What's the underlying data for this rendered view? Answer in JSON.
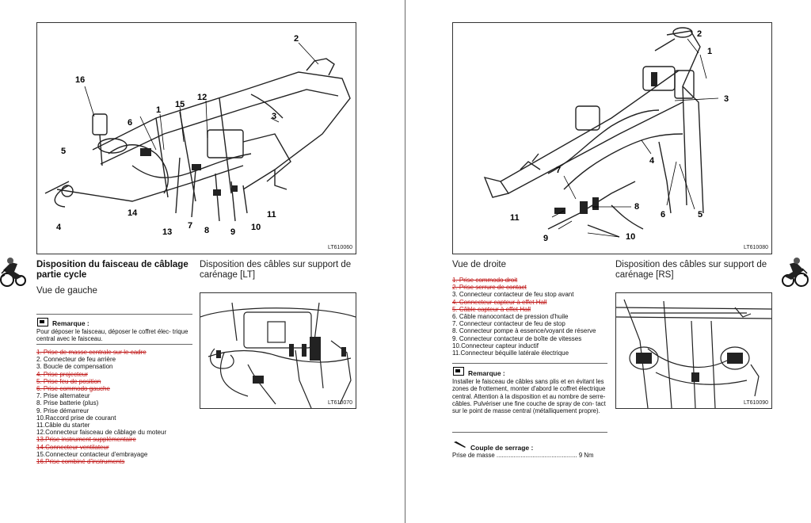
{
  "left_page": {
    "figure_main": {
      "code": "LT610060",
      "callouts": [
        "1",
        "2",
        "3",
        "4",
        "5",
        "6",
        "7",
        "8",
        "9",
        "10",
        "11",
        "12",
        "13",
        "14",
        "15",
        "16"
      ]
    },
    "section_title": "Disposition du faisceau de câblage partie cycle",
    "subtitle": "Vue de gauche",
    "remark": {
      "title": "Remarque :",
      "body": "Pour déposer le faisceau, déposer le coffret élec- trique central avec le faisceau."
    },
    "items": [
      {
        "text": "1.  Prise de masse centrale sur le cadre",
        "struck": true
      },
      {
        "text": "2.  Connecteur de feu arrière",
        "struck": false
      },
      {
        "text": "3.  Boucle de compensation",
        "struck": false
      },
      {
        "text": "4.  Prise projecteur",
        "struck": true
      },
      {
        "text": "5.  Prise feu de position",
        "struck": true
      },
      {
        "text": "6.  Prise commodo gauche",
        "struck": true
      },
      {
        "text": "7.  Prise alternateur",
        "struck": false
      },
      {
        "text": "8.  Prise batterie (plus)",
        "struck": false
      },
      {
        "text": "9.  Prise démarreur",
        "struck": false
      },
      {
        "text": "10.Raccord prise de courant",
        "struck": false
      },
      {
        "text": "11.Câble du starter",
        "struck": false
      },
      {
        "text": "12.Connecteur faisceau de câblage du moteur",
        "struck": false
      },
      {
        "text": "13.Prise instrument supplémentaire",
        "struck": true
      },
      {
        "text": "14.Connecteur ventilateur",
        "struck": true
      },
      {
        "text": "15.Connecteur contacteur d'embrayage",
        "struck": false
      },
      {
        "text": "16.Prise combiné d'instruments",
        "struck": true
      }
    ],
    "support_title": "Disposition des câbles sur support de carénage [LT]",
    "support_figure_code": "LT610070"
  },
  "right_page": {
    "figure_main": {
      "code": "LT610080",
      "callouts": [
        "1",
        "2",
        "3",
        "4",
        "5",
        "6",
        "7",
        "8",
        "9",
        "10",
        "11"
      ]
    },
    "subtitle": "Vue de droite",
    "items": [
      {
        "text": "1.  Prise commodo droit",
        "struck": true
      },
      {
        "text": "2.  Prise serrure de contact",
        "struck": true
      },
      {
        "text": "3.  Connecteur contacteur de feu stop avant",
        "struck": false
      },
      {
        "text": "4.  Connecteur capteur à effet Hall",
        "struck": true
      },
      {
        "text": "5.  Câble capteur à effet Hall",
        "struck": true
      },
      {
        "text": "6.  Câble manocontact de pression d'huile",
        "struck": false
      },
      {
        "text": "7.  Connecteur contacteur de feu de stop",
        "struck": false
      },
      {
        "text": "8.  Connecteur pompe à essence/voyant de réserve",
        "struck": false
      },
      {
        "text": "9.  Connecteur contacteur de boîte de vitesses",
        "struck": false
      },
      {
        "text": "10.Connecteur capteur inductif",
        "struck": false
      },
      {
        "text": "11.Connecteur béquille latérale électrique",
        "struck": false
      }
    ],
    "remark": {
      "title": "Remarque :",
      "body": "Installer le faisceau de câbles sans plis et en évitant les zones de frottement, monter d'abord le coffret électrique central. Attention à la disposition et au nombre de serre- câbles. Pulvériser une fine couche de spray de con- tact sur le point de masse central (métalliquement propre)."
    },
    "torque": {
      "title": "Couple de serrage :",
      "line": "Prise de masse ............................................... 9 Nm"
    },
    "support_title": "Disposition des câbles sur support de carénage [RS]",
    "support_figure_code": "LT610090"
  },
  "icons": {
    "remark": "note-hand-icon",
    "torque": "torque-wrench-icon",
    "rider": "motorcycle-rider-icon"
  },
  "colors": {
    "strike": "#c01818",
    "ink": "#111111"
  }
}
